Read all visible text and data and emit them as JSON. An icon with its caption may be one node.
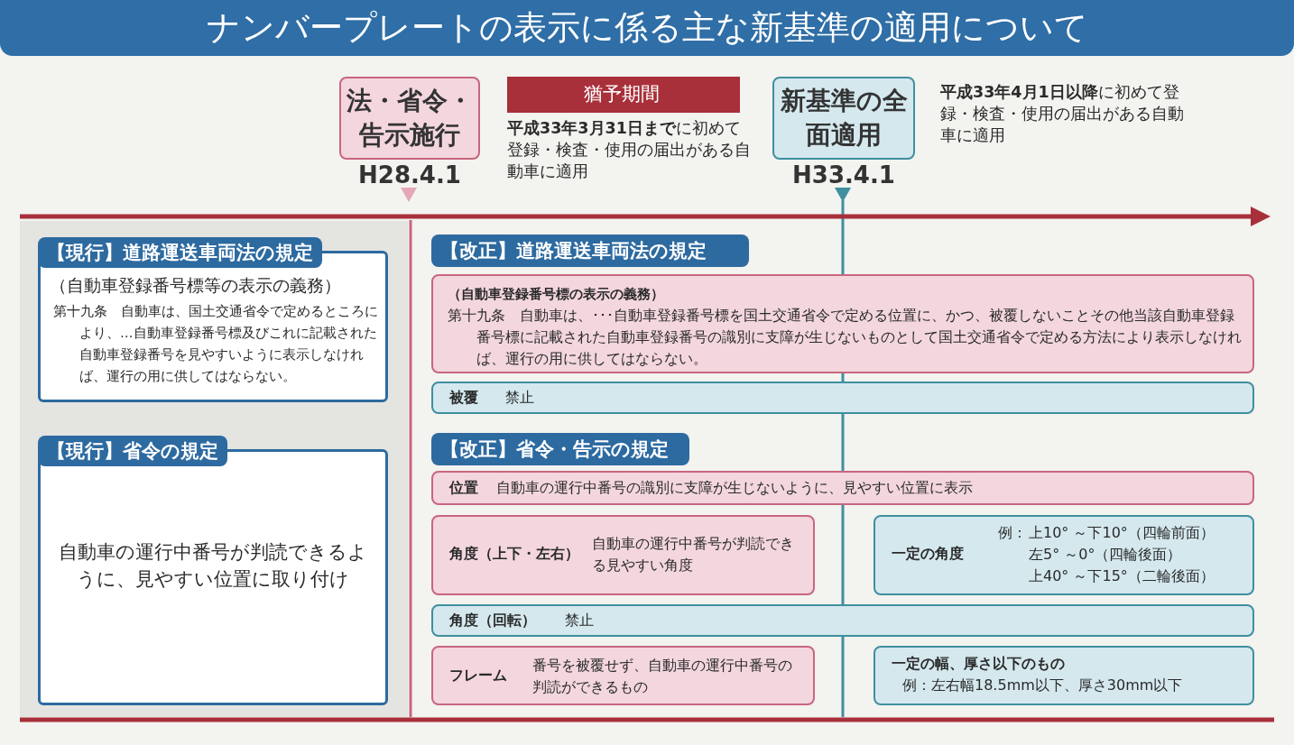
{
  "diagram": {
    "title": "ナンバープレートの表示に係る主な新基準の適用について",
    "nodes": [
      {
        "text": [
          "法・省令・告示施行"
        ],
        "beside": [
          "H28.4.1"
        ]
      },
      {
        "text": [
          "猶予期間"
        ],
        "beside": [
          "**平成33年3月31日まで**に初めて登録・検査・使用の届出がある自動車に適用"
        ]
      },
      {
        "text": [
          "新基準の全面適用"
        ],
        "beside": [
          "H33.4.1",
          "**平成33年4月1日以降**に初めて登録・検査・使用の届出がある自動車に適用"
        ]
      },
      {
        "text": [
          "【現行】道路運送車両法の規定",
          "（自動車登録番号標等の表示の義務）",
          "第十九条　自動車は、国土交通省令で定めるところにより、…自動車登録番号標及びこれに記載された自動車登録番号を見やすいように表示しなければ、運行の用に供してはならない。"
        ]
      },
      {
        "text": [
          "【現行】省令の規定",
          "自動車の運行中番号が判読できるように、見やすい位置に取り付け"
        ]
      },
      {
        "text": [
          "【改正】道路運送車両法の規定"
        ]
      },
      {
        "text": [
          "（自動車登録番号標の表示の義務）",
          "第十九条　自動車は、･･･自動車登録番号標を国土交通省令で定める位置に、かつ、被覆しないことその他当該自動車登録番号標に記載された自動車登録番号の識別に支障が生じないものとして国土交通省令で定める方法により表示しなければ、運行の用に供してはならない。"
        ]
      },
      {
        "text": [
          "被覆",
          "禁止"
        ]
      },
      {
        "text": [
          "【改正】省令・告示の規定"
        ]
      },
      {
        "text": [
          "位置",
          "自動車の運行中番号の識別に支障が生じないように、見やすい位置に表示"
        ]
      },
      {
        "text": [
          "角度（上下・左右）",
          "自動車の運行中番号が判読できる見やすい角度"
        ]
      },
      {
        "text": [
          "一定の角度",
          "例：",
          "上10° ～下10°（四輪前面）",
          "左5° ～0°（四輪後面）",
          "上40° ～下15°（二輪後面）"
        ]
      },
      {
        "text": [
          "角度（回転）",
          "禁止"
        ]
      },
      {
        "text": [
          "フレーム",
          "番号を被覆せず、自動車の運行中番号の判読ができるもの"
        ]
      },
      {
        "text": [
          "一定の幅、厚さ以下のもの",
          "例：左右幅18.5mm以下、厚さ30mm以下"
        ]
      }
    ],
    "edges": []
  }
}
